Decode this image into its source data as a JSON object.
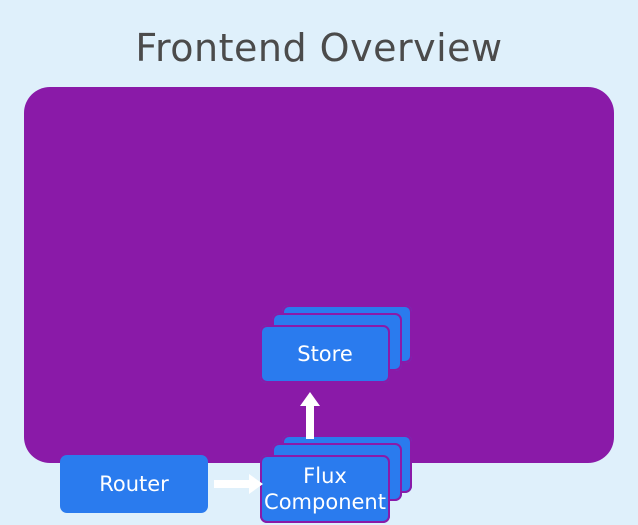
{
  "slide": {
    "title": "Frontend Overview",
    "background_color": "#dff0fb",
    "title_color": "#4b4b4b",
    "panel_color": "#8a1aa8",
    "node_color": "#2a7bee",
    "arrow_color": "#ffffff"
  },
  "diagram": {
    "nodes": [
      {
        "id": "store",
        "label": "Store",
        "stacked": true
      },
      {
        "id": "flux-component",
        "label": "Flux\nComponent",
        "stacked": true
      },
      {
        "id": "router",
        "label": "Router",
        "stacked": false
      }
    ],
    "arrows": [
      {
        "id": "router-to-flux",
        "from": "router",
        "to": "flux-component",
        "direction": "right"
      },
      {
        "id": "flux-to-store",
        "from": "flux-component",
        "to": "store",
        "direction": "up"
      }
    ]
  }
}
